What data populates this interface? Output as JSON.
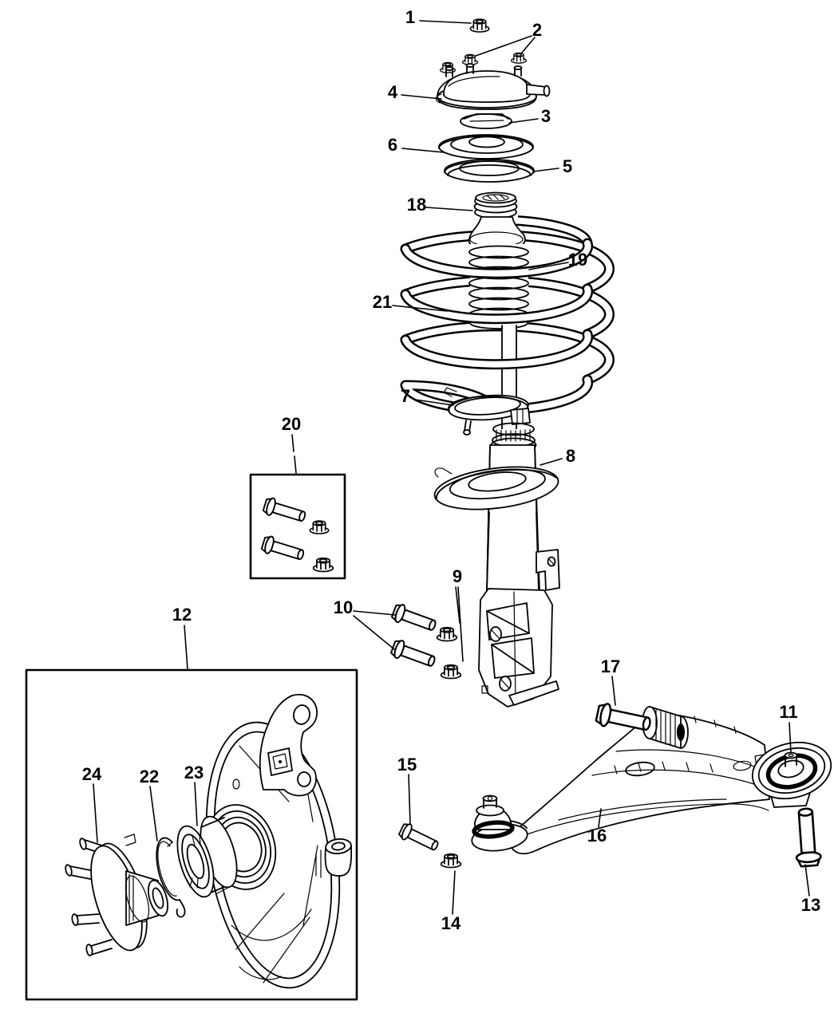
{
  "figure": {
    "background_color": "#ffffff",
    "line_color": "#000000"
  },
  "callouts": {
    "c1": "1",
    "c2": "2",
    "c3": "3",
    "c4": "4",
    "c5": "5",
    "c6": "6",
    "c7": "7",
    "c8": "8",
    "c9": "9",
    "c10": "10",
    "c11": "11",
    "c12": "12",
    "c13": "13",
    "c14": "14",
    "c15": "15",
    "c16": "16",
    "c17": "17",
    "c18": "18",
    "c19": "19",
    "c20": "20",
    "c21": "21",
    "c22": "22",
    "c23": "23",
    "c24": "24"
  }
}
